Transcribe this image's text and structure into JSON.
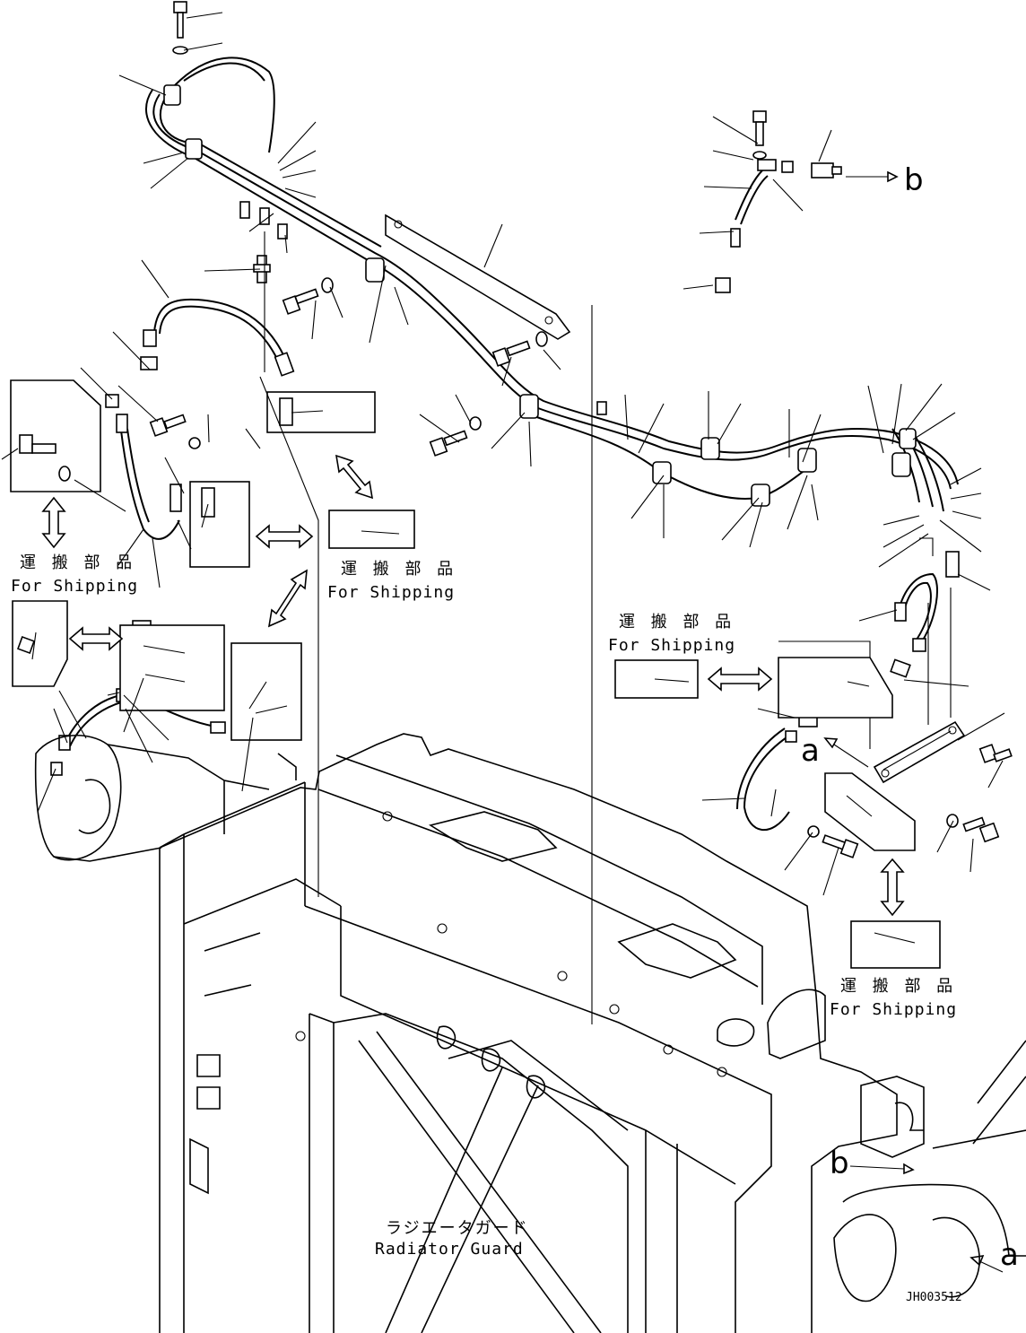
{
  "labels": {
    "shipping_jp": "運 搬 部 品",
    "shipping_en": "For Shipping",
    "radiator_guard_jp": "ラジエータガード",
    "radiator_guard_en": "Radiator Guard",
    "ref_a": "a",
    "ref_b": "b",
    "drawing_code": "JH003512"
  }
}
